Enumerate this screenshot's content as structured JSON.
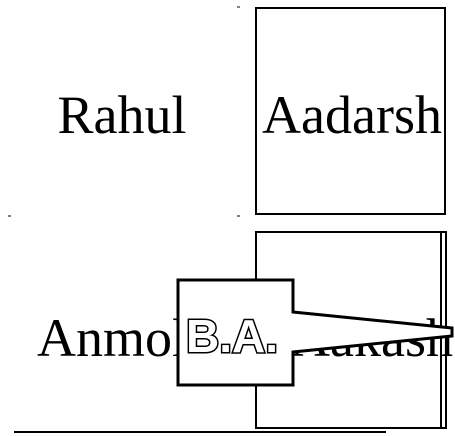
{
  "cells": {
    "top_left": "Rahul",
    "top_right": "Aadarsh",
    "bottom_left": "Anmol",
    "bottom_right": "Aakash"
  },
  "stamp": {
    "label": "B.A."
  },
  "colors": {
    "ink": "#000000",
    "background": "#ffffff"
  }
}
